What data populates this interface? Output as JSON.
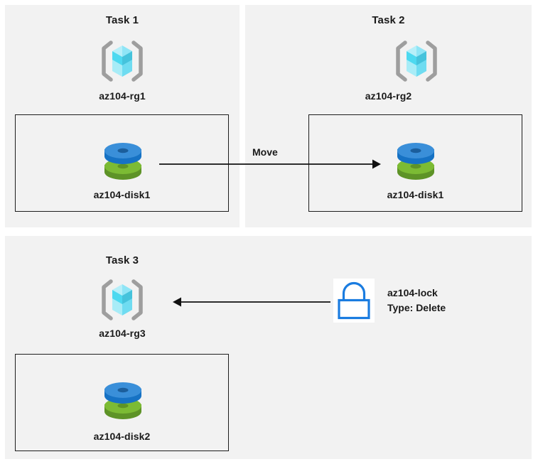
{
  "diagram": {
    "title_task1": "Task 1",
    "title_task2": "Task 2",
    "title_task3": "Task 3",
    "rg1_label": "az104-rg1",
    "rg2_label": "az104-rg2",
    "rg3_label": "az104-rg3",
    "disk1_label": "az104-disk1",
    "disk1_moved_label": "az104-disk1",
    "disk2_label": "az104-disk2",
    "move_arrow_label": "Move",
    "lock_name": "az104-lock",
    "lock_type": "Type: Delete",
    "icons": {
      "resource_group": "resource-group-cube-icon",
      "disk": "managed-disk-icon",
      "lock": "padlock-icon"
    },
    "colors": {
      "panel_background": "#f2f2f2",
      "page_background": "#ffffff",
      "outline": "#1d1d1d",
      "text": "#1a1a1a",
      "cube_light": "#a8ecf7",
      "cube_bright": "#4dd9f0",
      "cube_dark": "#45c3dc",
      "bracket_gray": "#9e9e9e",
      "disk_blue": "#3a8fd9",
      "disk_blue_dark": "#1672c4",
      "disk_green": "#7cbb34",
      "disk_green_dark": "#5e9327",
      "lock_blue": "#1a7ce0"
    }
  }
}
